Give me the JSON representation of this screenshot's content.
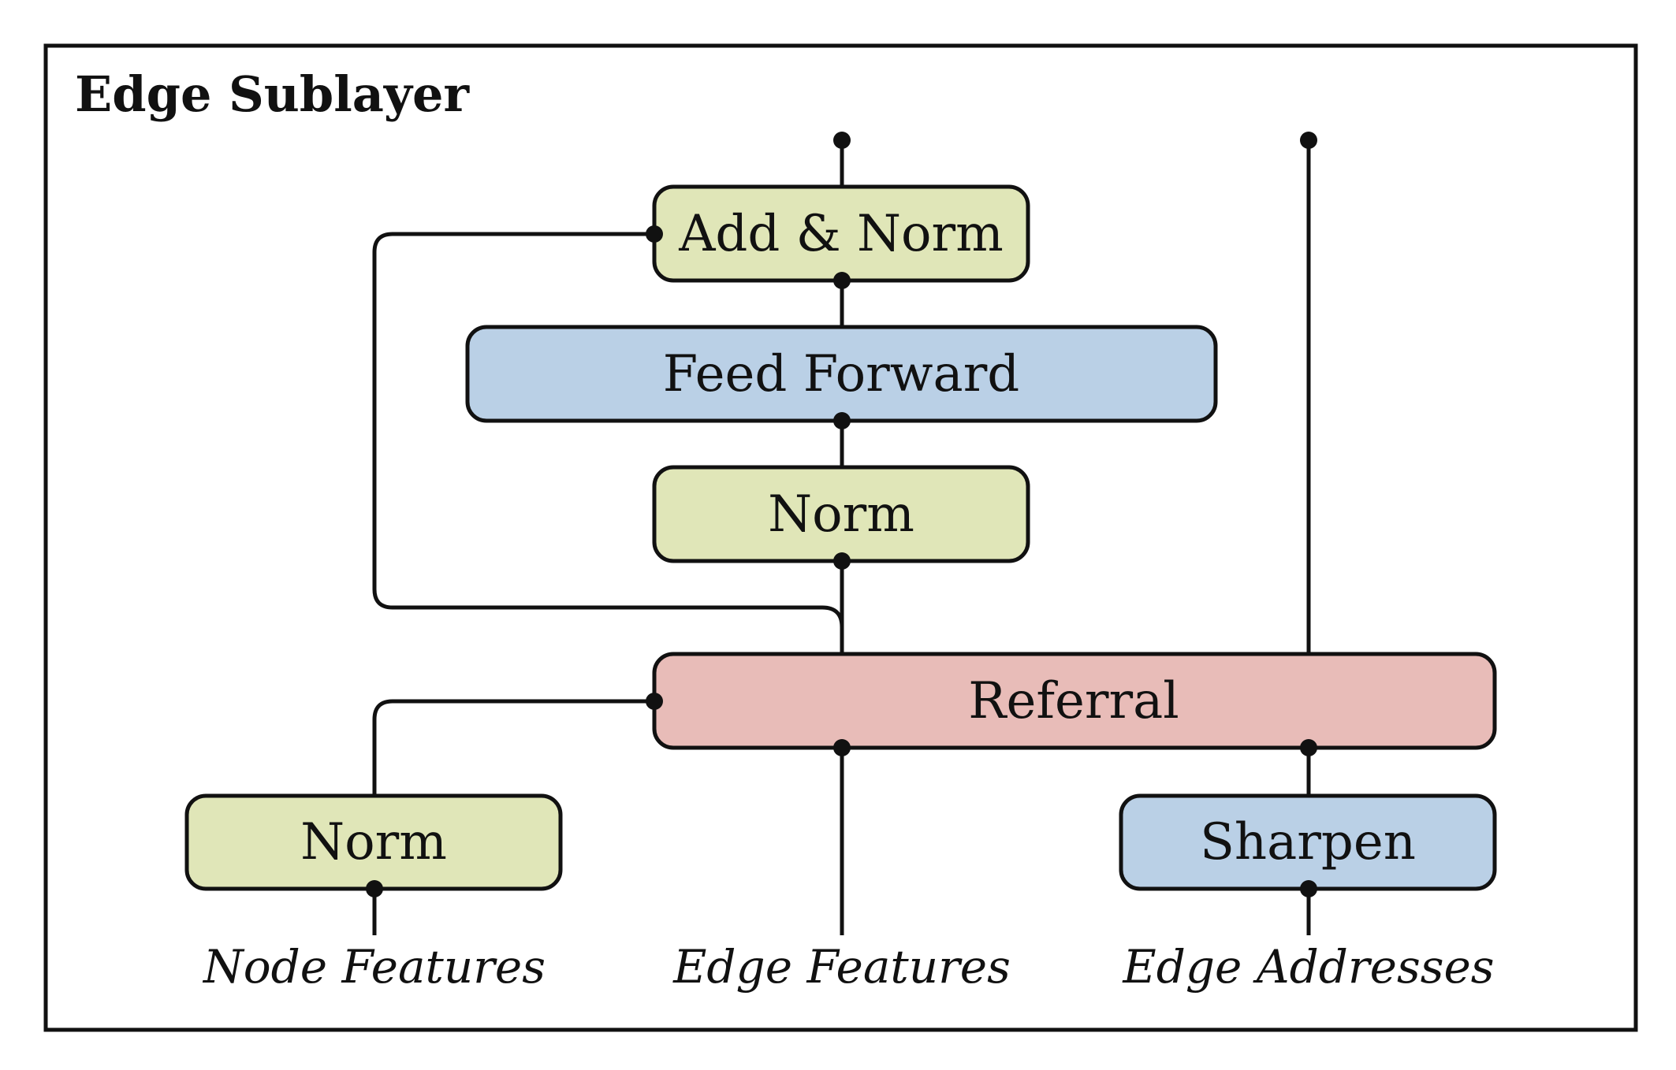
{
  "title": "Edge Sublayer",
  "colors": {
    "norm": "#e0e6b8",
    "feed_forward": "#bad0e6",
    "referral": "#e8bcb8",
    "sharpen": "#bad0e6",
    "line": "#111111"
  },
  "blocks": {
    "add_norm": "Add & Norm",
    "feed_forward": "Feed Forward",
    "norm_top": "Norm",
    "referral": "Referral",
    "norm_bottom": "Norm",
    "sharpen": "Sharpen"
  },
  "inputs": {
    "node_features": "Node Features",
    "edge_features": "Edge Features",
    "edge_addresses": "Edge Addresses"
  }
}
